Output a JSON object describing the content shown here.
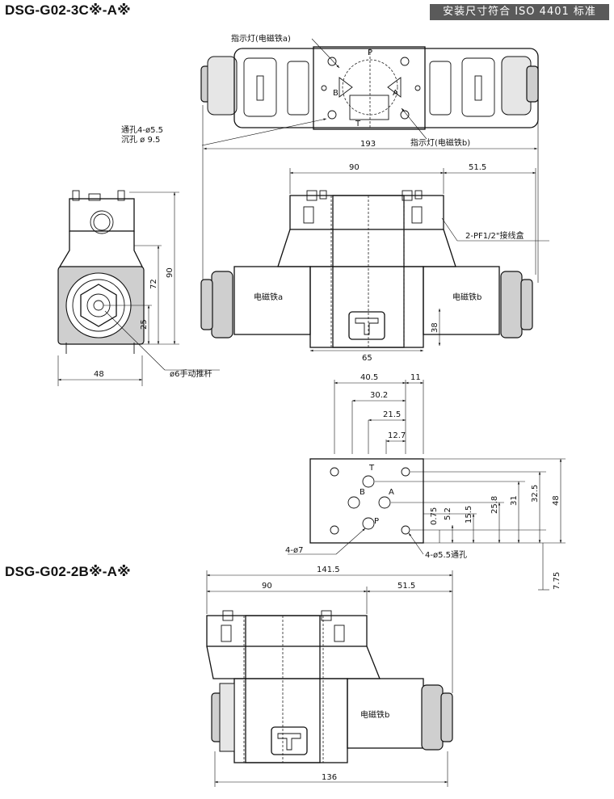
{
  "header": {
    "title_3c": "DSG-G02-3C※-A※",
    "standard_badge": "安装尺寸符合 ISO 4401 标准",
    "title_2b": "DSG-G02-2B※-A※"
  },
  "top_view": {
    "indicator_a": "指示灯(电磁铁a)",
    "indicator_b": "指示灯(电磁铁b)",
    "port_p": "P",
    "port_t": "T",
    "port_a": "A",
    "port_b": "B",
    "through_hole": "通孔4-ø5.5",
    "counterbore": "沉孔 ø 9.5",
    "dim_total": "193"
  },
  "front_3c": {
    "dim_90": "90",
    "dim_51_5": "51.5",
    "wiring_box": "2-PF1/2\"接线盒",
    "solenoid_a": "电磁铁a",
    "solenoid_b": "电磁铁b",
    "dim_38": "38",
    "dim_65": "65"
  },
  "side_view": {
    "dim_90": "90",
    "dim_72": "72",
    "dim_25": "25",
    "dim_48": "48",
    "manual_push": "ø6手动推杆"
  },
  "mount_face": {
    "dim_40_5": "40.5",
    "dim_11": "11",
    "dim_30_2": "30.2",
    "dim_21_5": "21.5",
    "dim_12_7": "12.7",
    "port_t": "T",
    "port_b": "B",
    "port_a": "A",
    "port_p": "P",
    "dim_0_75": "0.75",
    "dim_5_2": "5.2",
    "dim_15_5": "15.5",
    "dim_25_8": "25.8",
    "dim_31": "31",
    "dim_32_5": "32.5",
    "dim_48": "48",
    "dim_7_75": "7.75",
    "hole_port": "4-ø7",
    "hole_bolt": "4-ø5.5通孔"
  },
  "front_2b": {
    "dim_141_5": "141.5",
    "dim_90": "90",
    "dim_51_5": "51.5",
    "solenoid_b": "电磁铁b",
    "dim_136": "136"
  }
}
